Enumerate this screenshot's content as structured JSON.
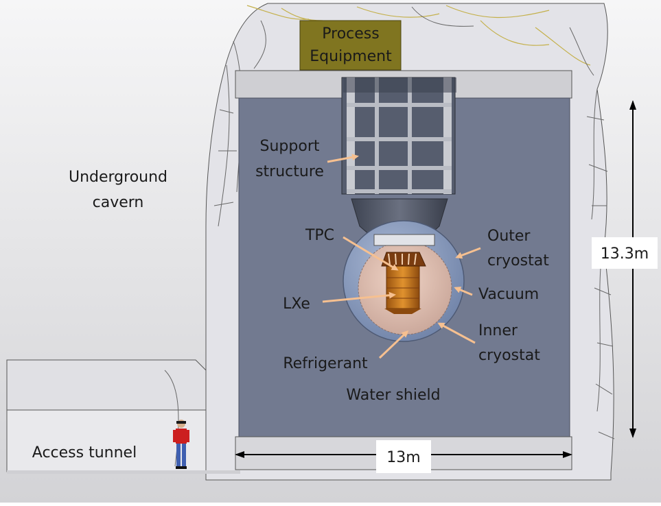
{
  "labels": {
    "process_equipment_line1": "Process",
    "process_equipment_line2": "Equipment",
    "support_structure_line1": "Support",
    "support_structure_line2": "structure",
    "underground_cavern_line1": "Underground",
    "underground_cavern_line2": "cavern",
    "tpc": "TPC",
    "lxe": "LXe",
    "outer_cryostat_line1": "Outer",
    "outer_cryostat_line2": "cryostat",
    "vacuum": "Vacuum",
    "inner_cryostat_line1": "Inner",
    "inner_cryostat_line2": "cryostat",
    "refrigerant": "Refrigerant",
    "water_shield": "Water shield",
    "access_tunnel": "Access tunnel"
  },
  "dimensions": {
    "height": "13.3m",
    "width": "13m"
  },
  "colors": {
    "water_shield": "#727a90",
    "process_equipment": "#807520",
    "outer_cryostat": "#8d9fc0",
    "inner_cryostat": "#d9b6a6",
    "tpc": "#c4701c",
    "arrow": "#f6c090",
    "rock": "#e5e5ea"
  }
}
